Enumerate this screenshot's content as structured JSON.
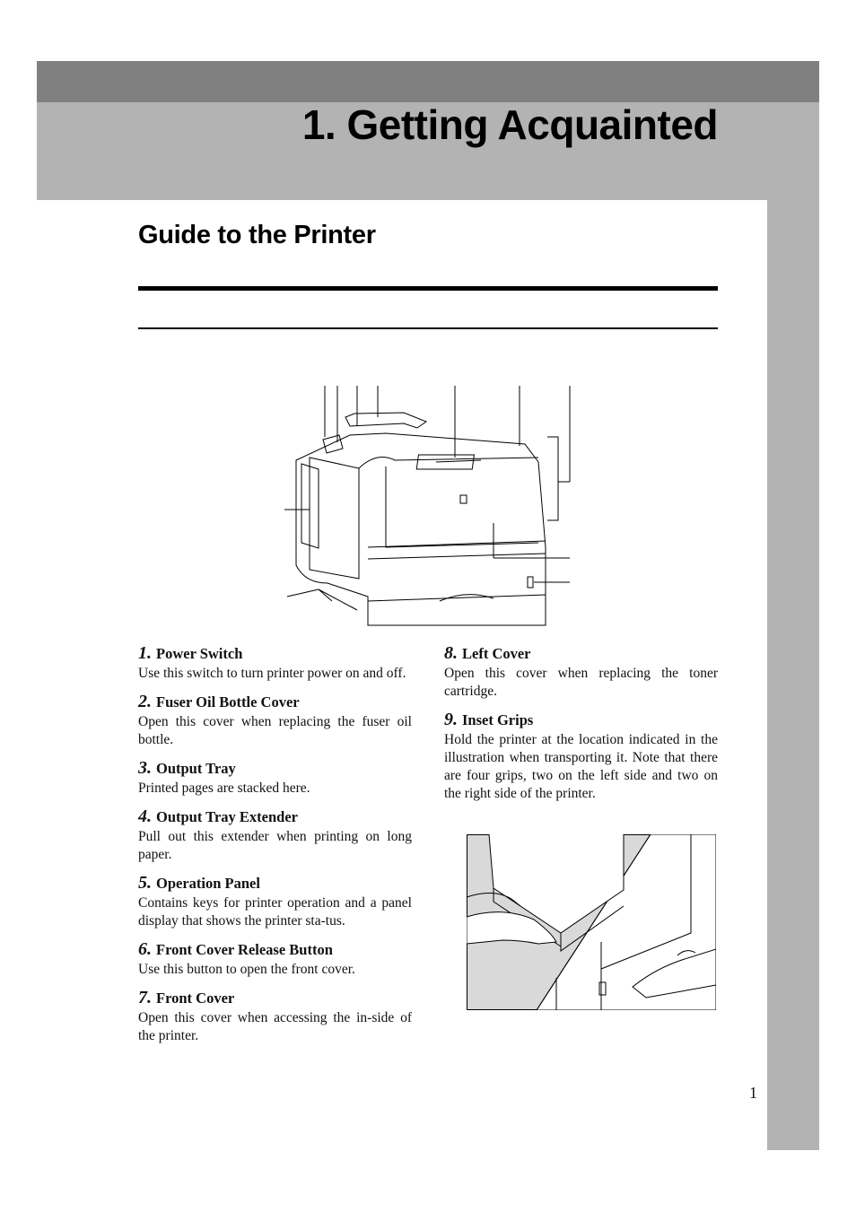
{
  "chapter": {
    "title": "1. Getting Acquainted"
  },
  "section": {
    "title": "Guide to the Printer"
  },
  "figures": {
    "printer_diagram": {
      "icon": "printer-front-illustration"
    },
    "grip_diagram": {
      "icon": "hands-lifting-printer-illustration"
    }
  },
  "items_left": [
    {
      "num": "1.",
      "title": "Power Switch",
      "desc": "Use this switch to turn printer power on and off."
    },
    {
      "num": "2.",
      "title": "Fuser Oil Bottle Cover",
      "desc": "Open this cover when replacing the fuser oil bottle."
    },
    {
      "num": "3.",
      "title": "Output Tray",
      "desc": "Printed pages are stacked here."
    },
    {
      "num": "4.",
      "title": "Output Tray Extender",
      "desc": "Pull out this extender when printing on long paper."
    },
    {
      "num": "5.",
      "title": "Operation Panel",
      "desc": "Contains keys for printer operation and a panel display that shows the printer sta-tus."
    },
    {
      "num": "6.",
      "title": "Front Cover Release Button",
      "desc": "Use this button to open the front cover."
    },
    {
      "num": "7.",
      "title": "Front Cover",
      "desc": "Open this cover when accessing the in-side of the printer."
    }
  ],
  "items_right": [
    {
      "num": "8.",
      "title": "Left Cover",
      "desc": "Open this cover when replacing the toner cartridge."
    },
    {
      "num": "9.",
      "title": "Inset Grips",
      "desc": "Hold the printer at the location indicated in the illustration when transporting it. Note that there are four grips, two on the left side and two on the right side of the printer."
    }
  ],
  "page_number": "1"
}
